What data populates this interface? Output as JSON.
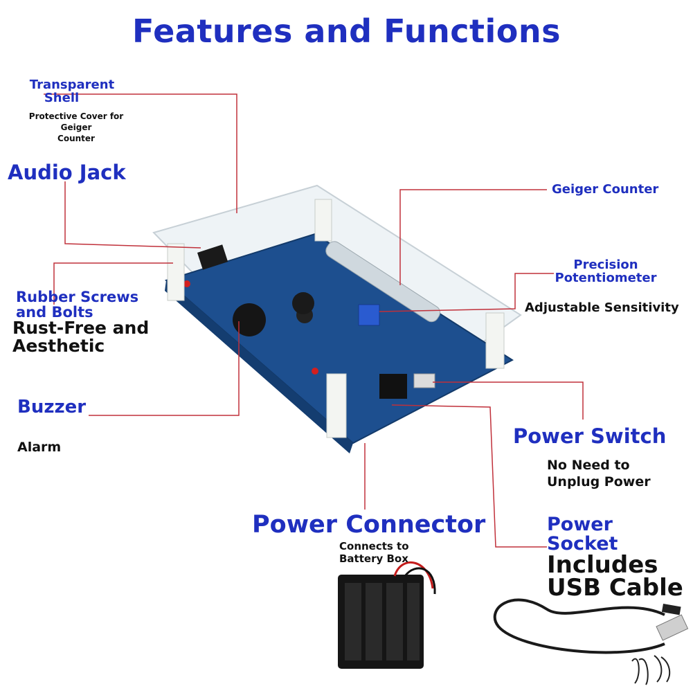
{
  "title": "Features and Functions",
  "callouts": {
    "shell": {
      "label": "Transparent Shell",
      "line1": "Transparent",
      "line2": "Shell",
      "desc": "Protective Cover for Geiger Counter",
      "desc1": "Protective Cover for Geiger",
      "desc2": "Counter"
    },
    "audio_jack": {
      "label": "Audio Jack"
    },
    "rubber": {
      "line1": "Rubber Screws",
      "line2": "and Bolts",
      "desc1": "Rust-Free and",
      "desc2": "Aesthetic"
    },
    "buzzer": {
      "label": "Buzzer",
      "desc": "Alarm"
    },
    "geiger": {
      "label": "Geiger Counter"
    },
    "potentiometer": {
      "line1": "Precision",
      "line2": "Potentiometer",
      "desc": "Adjustable Sensitivity"
    },
    "power_switch": {
      "label": "Power Switch",
      "desc1": "No Need to",
      "desc2": "Unplug Power"
    },
    "power_connector": {
      "label": "Power Connector",
      "desc1": "Connects to",
      "desc2": "Battery Box"
    },
    "power_socket": {
      "line1": "Power",
      "line2": "Socket",
      "desc1": "Includes",
      "desc2": "USB Cable"
    }
  },
  "colors": {
    "label_blue": "#1f2fbf",
    "leader_red": "#c0303a",
    "pcb_blue": "#1d4f8f"
  }
}
